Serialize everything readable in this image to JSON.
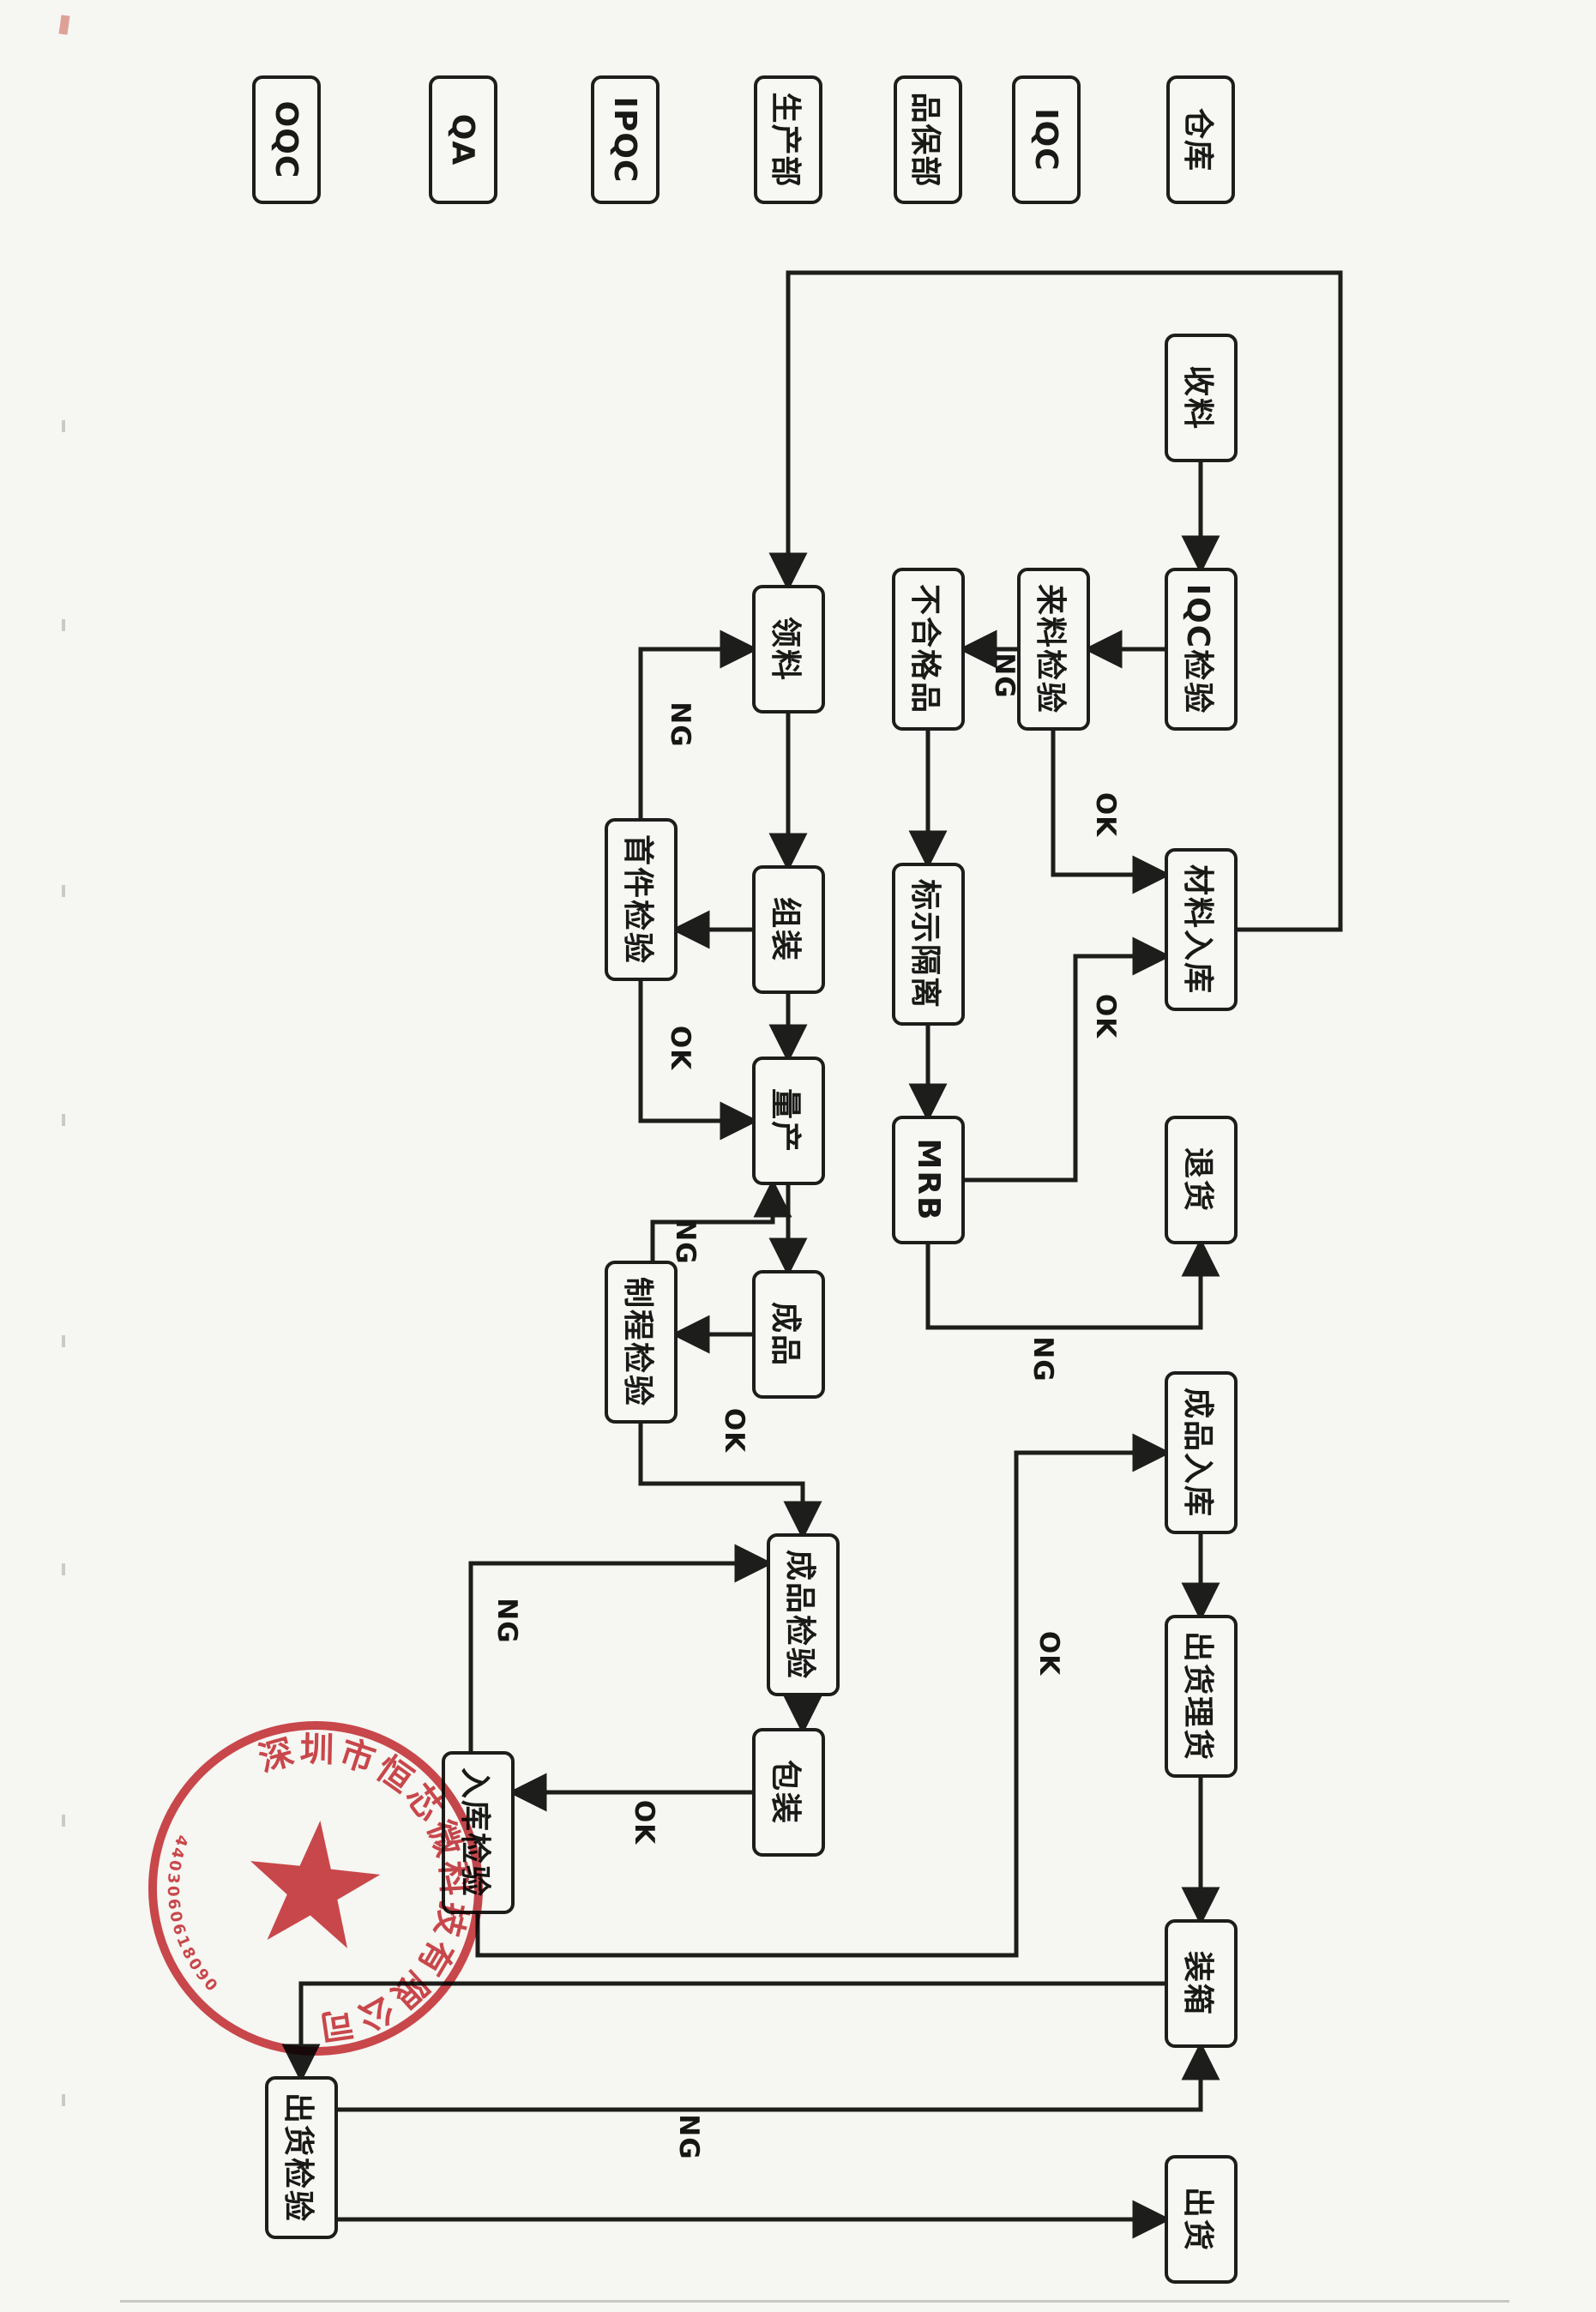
{
  "lanes": [
    {
      "label": "仓库"
    },
    {
      "label": "IQC"
    },
    {
      "label": "品保部"
    },
    {
      "label": "生产部"
    },
    {
      "label": "IPQC"
    },
    {
      "label": "QA"
    },
    {
      "label": "OQC"
    }
  ],
  "nodes": [
    {
      "id": "receive-material",
      "label": "收料"
    },
    {
      "id": "iqc-inspection",
      "label": "IQC检验"
    },
    {
      "id": "incoming-inspection",
      "label": "来料检验"
    },
    {
      "id": "nonconforming-product",
      "label": "不合格品"
    },
    {
      "id": "material-warehousing",
      "label": "材料入库"
    },
    {
      "id": "mark-quarantine",
      "label": "标示隔离"
    },
    {
      "id": "mrb",
      "label": "MRB"
    },
    {
      "id": "return-goods",
      "label": "退货"
    },
    {
      "id": "material-requisition",
      "label": "领料"
    },
    {
      "id": "assembly",
      "label": "组装"
    },
    {
      "id": "first-article-inspection",
      "label": "首件检验"
    },
    {
      "id": "mass-production",
      "label": "量产"
    },
    {
      "id": "process-inspection",
      "label": "制程检验"
    },
    {
      "id": "finished-product",
      "label": "成品"
    },
    {
      "id": "finished-product-inspection",
      "label": "成品检验"
    },
    {
      "id": "packing",
      "label": "包装"
    },
    {
      "id": "warehousing-inspection",
      "label": "入库检验"
    },
    {
      "id": "finished-goods-warehousing",
      "label": "成品入库"
    },
    {
      "id": "shipment-tally",
      "label": "出货理货"
    },
    {
      "id": "boxing",
      "label": "装箱"
    },
    {
      "id": "shipment",
      "label": "出货"
    },
    {
      "id": "outgoing-inspection",
      "label": "出货检验"
    }
  ],
  "edges": [
    {
      "from": "收料",
      "to": "IQC检验",
      "label": ""
    },
    {
      "from": "IQC检验",
      "to": "来料检验",
      "label": ""
    },
    {
      "from": "来料检验",
      "to": "不合格品",
      "label": "NG"
    },
    {
      "from": "来料检验",
      "to": "材料入库",
      "label": "OK"
    },
    {
      "from": "不合格品",
      "to": "标示隔离",
      "label": ""
    },
    {
      "from": "标示隔离",
      "to": "MRB",
      "label": ""
    },
    {
      "from": "MRB",
      "to": "材料入库",
      "label": "OK"
    },
    {
      "from": "MRB",
      "to": "退货",
      "label": "NG"
    },
    {
      "from": "材料入库",
      "to": "领料",
      "label": ""
    },
    {
      "from": "领料",
      "to": "组装",
      "label": ""
    },
    {
      "from": "组装",
      "to": "首件检验",
      "label": ""
    },
    {
      "from": "首件检验",
      "to": "领料",
      "label": "NG"
    },
    {
      "from": "首件检验",
      "to": "量产",
      "label": "OK"
    },
    {
      "from": "组装",
      "to": "量产",
      "label": ""
    },
    {
      "from": "量产",
      "to": "成品",
      "label": ""
    },
    {
      "from": "成品",
      "to": "制程检验",
      "label": ""
    },
    {
      "from": "制程检验",
      "to": "量产",
      "label": "NG"
    },
    {
      "from": "制程检验",
      "to": "成品检验",
      "label": "OK"
    },
    {
      "from": "成品检验",
      "to": "包装",
      "label": ""
    },
    {
      "from": "包装",
      "to": "入库检验",
      "label": "OK"
    },
    {
      "from": "入库检验",
      "to": "成品检验",
      "label": "NG"
    },
    {
      "from": "入库检验",
      "to": "成品入库",
      "label": "OK"
    },
    {
      "from": "成品入库",
      "to": "出货理货",
      "label": ""
    },
    {
      "from": "出货理货",
      "to": "装箱",
      "label": ""
    },
    {
      "from": "装箱",
      "to": "出货检验",
      "label": ""
    },
    {
      "from": "出货检验",
      "to": "装箱",
      "label": "NG"
    },
    {
      "from": "出货检验",
      "to": "出货",
      "label": ""
    }
  ],
  "stamp": {
    "company": "深圳市恒芯微科技有限公司",
    "serial": "4403060618090",
    "color": "#c0272d"
  },
  "colors": {
    "ink": "#1d1d1b",
    "paper": "#f6f6f2",
    "stamp_red": "#c0272d"
  }
}
